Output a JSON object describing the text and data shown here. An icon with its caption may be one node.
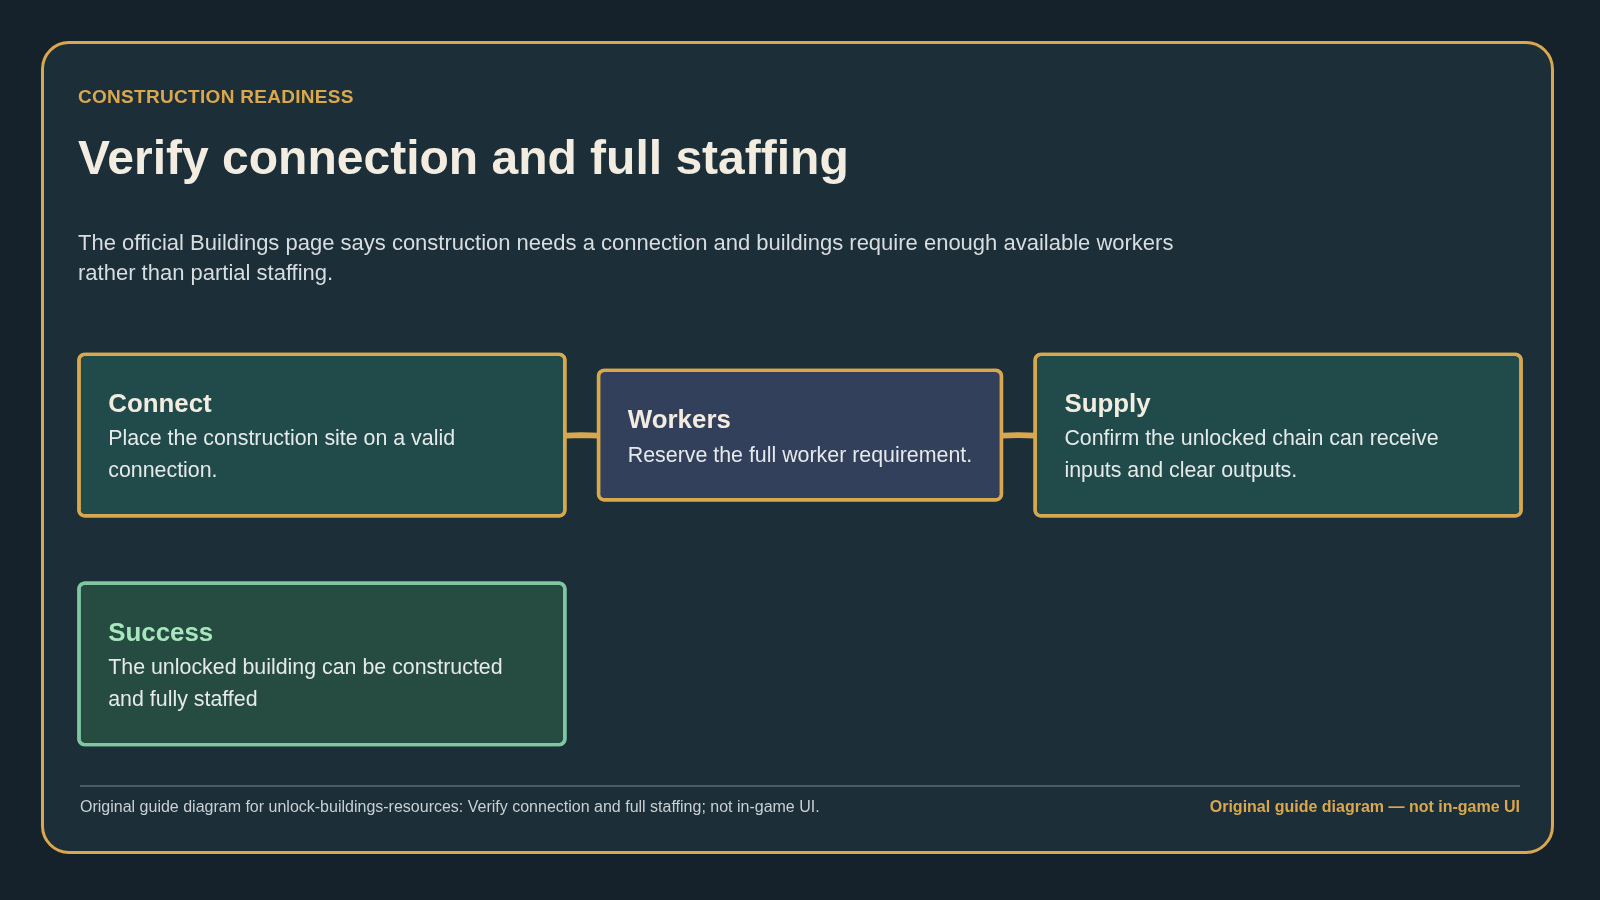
{
  "diagram": {
    "title": "Verify connection and full staffing",
    "nodes": [
      {
        "text": [
          "Connect",
          "Place the construction site on a valid connection."
        ]
      },
      {
        "text": [
          "Workers",
          "Reserve the full worker requirement."
        ]
      },
      {
        "text": [
          "Supply",
          "Confirm the unlocked chain can receive inputs and clear outputs."
        ]
      },
      {
        "text": [
          "Success",
          "The unlocked building can be constructed and fully staffed"
        ]
      }
    ],
    "edges": [
      {
        "from": 0,
        "to": 1,
        "arrow": "none"
      },
      {
        "from": 1,
        "to": 2,
        "arrow": "none"
      }
    ],
    "labels": [
      "CONSTRUCTION READINESS",
      "The official Buildings page says construction needs a connection and buildings require enough available workers rather than partial staffing.",
      "Original guide diagram for unlock-buildings-resources: Verify connection and full staffing; not in-game UI.",
      "Original guide diagram — not in-game UI"
    ]
  }
}
